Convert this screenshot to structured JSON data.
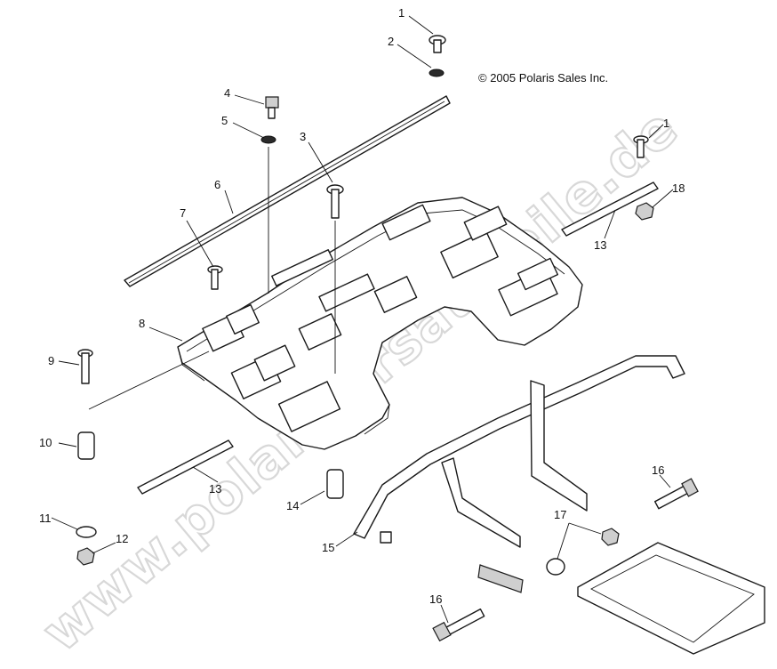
{
  "copyright": "© 2005 Polaris Sales Inc.",
  "watermark": "www.polarisersatzteile.de",
  "callouts": [
    "1",
    "2",
    "4",
    "5",
    "3",
    "6",
    "7",
    "8",
    "9",
    "10",
    "11",
    "12",
    "13",
    "13",
    "14",
    "15",
    "16",
    "16",
    "17",
    "18",
    "1"
  ],
  "colors": {
    "line": "#1a1a1a",
    "watermark_outline": "#d8d8d8",
    "background": "#ffffff"
  }
}
